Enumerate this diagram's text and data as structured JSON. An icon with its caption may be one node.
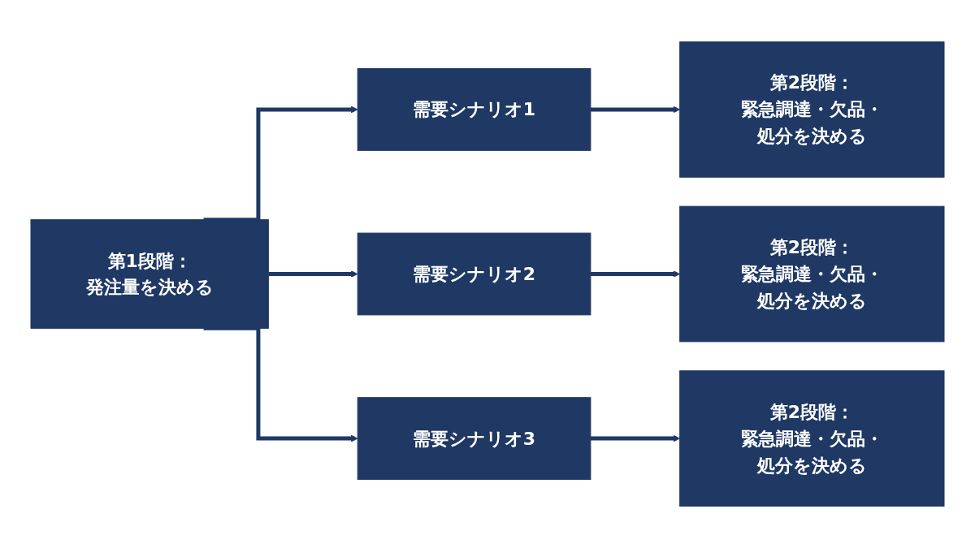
{
  "diagram": {
    "nodes": [
      {
        "text": [
          "第1段階：",
          "発注量を決める"
        ]
      },
      {
        "text": [
          "需要シナリオ1"
        ]
      },
      {
        "text": [
          "需要シナリオ2"
        ]
      },
      {
        "text": [
          "需要シナリオ3"
        ]
      },
      {
        "text": [
          "第2段階：",
          "緊急調達・欠品・処分を決める"
        ]
      },
      {
        "text": [
          "第2段階：",
          "緊急調達・欠品・処分を決める"
        ]
      },
      {
        "text": [
          "第2段階：",
          "緊急調達・欠品・処分を決める"
        ]
      }
    ],
    "edges": [
      {
        "from": 0,
        "to": 1,
        "arrow": "to"
      },
      {
        "from": 0,
        "to": 2,
        "arrow": "to"
      },
      {
        "from": 0,
        "to": 3,
        "arrow": "to"
      },
      {
        "from": 1,
        "to": 4,
        "arrow": "to"
      },
      {
        "from": 2,
        "to": 5,
        "arrow": "to"
      },
      {
        "from": 3,
        "to": 6,
        "arrow": "to"
      }
    ]
  }
}
